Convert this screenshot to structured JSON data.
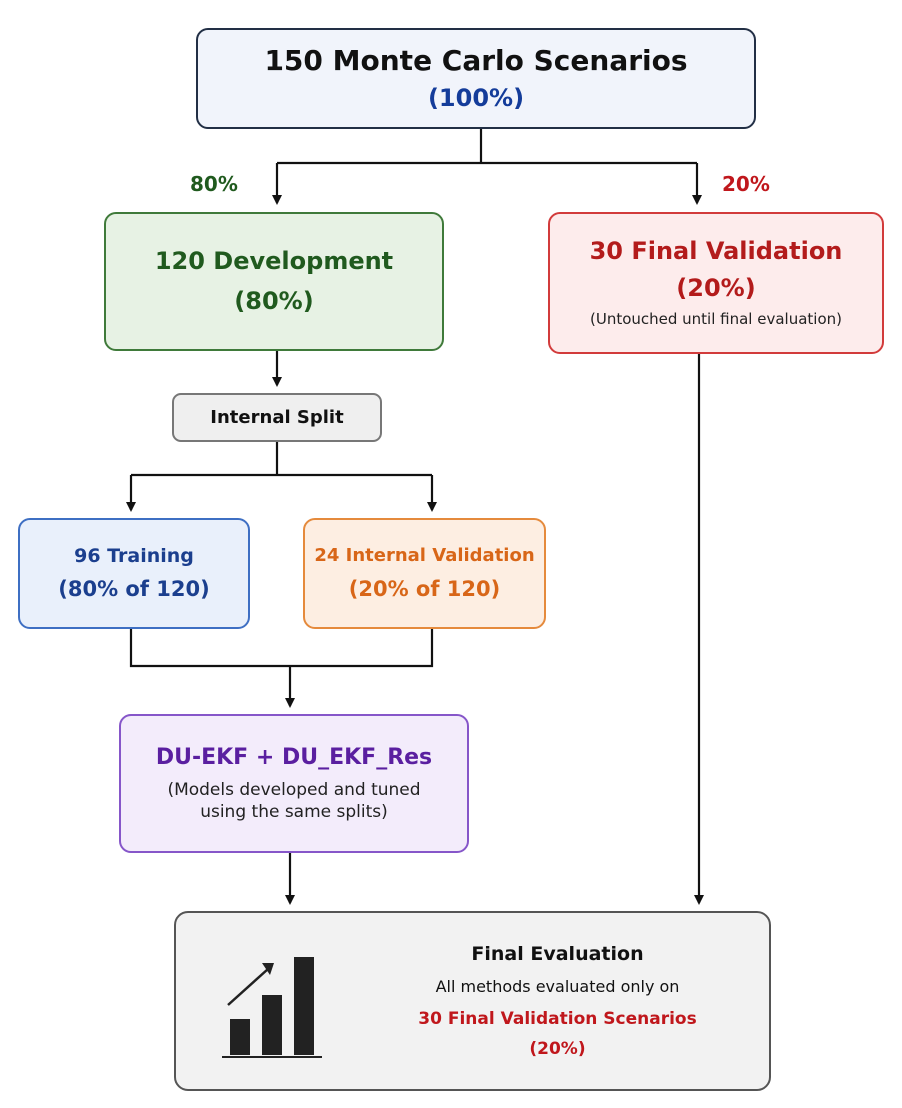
{
  "nodes": {
    "top": {
      "title": "150 Monte Carlo Scenarios",
      "pct": "(100%)"
    },
    "development": {
      "title": "120 Development",
      "pct": "(80%)"
    },
    "final_validation": {
      "title": "30 Final Validation",
      "pct": "(20%)",
      "note": "(Untouched until final evaluation)"
    },
    "internal_split": {
      "title": "Internal Split"
    },
    "training": {
      "title": "96 Training",
      "pct": "(80% of 120)"
    },
    "internal_validation": {
      "title": "24 Internal Validation",
      "pct": "(20% of 120)"
    },
    "models": {
      "title": "DU-EKF + DU_EKF_Res",
      "note_line1": "(Models developed and tuned",
      "note_line2": "using the same splits)"
    },
    "final_evaluation": {
      "title": "Final Evaluation",
      "line": "All methods evaluated only on",
      "highlight": "30 Final Validation Scenarios",
      "pct": "(20%)",
      "icon": "bar-chart-growth-icon"
    }
  },
  "edge_labels": {
    "left": "80%",
    "right": "20%"
  },
  "colors": {
    "green": "#205a1e",
    "red": "#b31b1b",
    "blue": "#143c9a",
    "orange": "#d86618",
    "purple": "#5a1fa0",
    "connector": "#111111"
  }
}
